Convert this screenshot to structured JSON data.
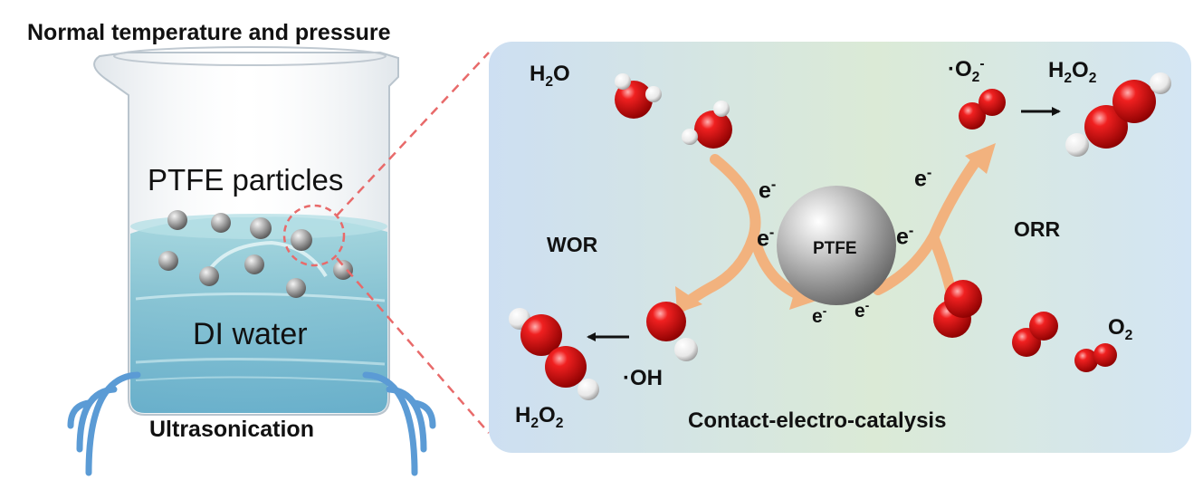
{
  "title": "Normal temperature and pressure",
  "beaker": {
    "particles_label": "PTFE particles",
    "water_label": "DI water",
    "ultrasonication_label": "Ultrasonication"
  },
  "panel": {
    "caption": "Contact-electro-catalysis",
    "left_reaction": "WOR",
    "right_reaction": "ORR",
    "center_particle": "PTFE",
    "electron": "e",
    "electron_sup": "-",
    "species": {
      "water": {
        "base": "H",
        "sub": "2",
        "rest": "O"
      },
      "hydroxyl": "·OH",
      "peroxide_left": {
        "base": "H",
        "sub1": "2",
        "mid": "O",
        "sub2": "2"
      },
      "peroxide_right": {
        "base": "H",
        "sub1": "2",
        "mid": "O",
        "sub2": "2"
      },
      "superoxide": {
        "base": "·O",
        "sub": "2",
        "sup": "-"
      },
      "oxygen": {
        "base": "O",
        "sub": "2"
      }
    }
  },
  "colors": {
    "panel_left": "#cfe0f2",
    "panel_mid": "#dcebd8",
    "panel_right": "#d5e6f3",
    "arrow": "#f2b27e",
    "oxygen_atom": "#e01010",
    "hydrogen_atom": "#ffffff",
    "ptfe": "#a8a8a8",
    "zoom_line": "#e86a6a",
    "sound_waves": "#5b9bd5"
  }
}
